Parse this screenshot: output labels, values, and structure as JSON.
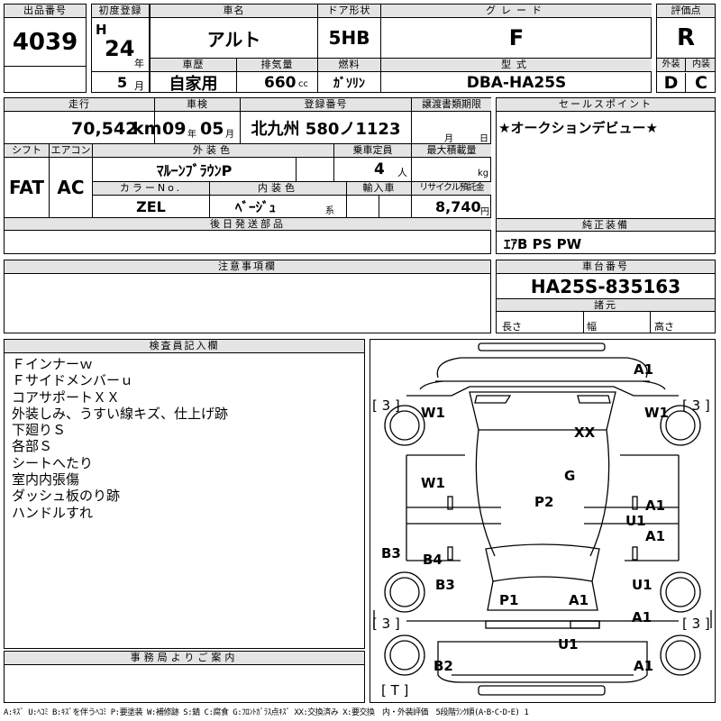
{
  "lot": {
    "label": "出品番号",
    "value": "4039"
  },
  "first_reg": {
    "label": "初度登録",
    "era": "H",
    "year": "24",
    "year_unit": "年",
    "month": "5",
    "month_unit": "月"
  },
  "car_name": {
    "label": "車名",
    "value": "アルト"
  },
  "door": {
    "label": "ドア形状",
    "value": "5HB"
  },
  "grade": {
    "label": "グレード",
    "value": "F"
  },
  "score": {
    "label": "評価点",
    "value": "R",
    "ext_label": "外装",
    "int_label": "内装",
    "ext": "D",
    "int": "C"
  },
  "history": {
    "label": "車歴",
    "value": "自家用"
  },
  "displacement": {
    "label": "排気量",
    "value": "660",
    "unit": "cc"
  },
  "fuel": {
    "label": "燃料",
    "value": "ｶﾞｿﾘﾝ"
  },
  "model": {
    "label": "型式",
    "value": "DBA-HA25S"
  },
  "mileage": {
    "label": "走行",
    "value": "70,542",
    "unit": "km"
  },
  "inspection": {
    "label": "車検",
    "year": "09",
    "year_unit": "年",
    "month": "05",
    "month_unit": "月"
  },
  "plate": {
    "label": "登録番号",
    "value": "北九州 580ノ1123"
  },
  "transfer": {
    "label": "譲渡書類期限",
    "month_unit": "月",
    "day_unit": "日"
  },
  "sales_point": {
    "label": "セールスポイント",
    "value": "★オークションデビュー★"
  },
  "shift": {
    "label": "シフト",
    "value": "FAT"
  },
  "ac": {
    "label": "エアコン",
    "value": "AC"
  },
  "ext_color": {
    "label": "外装色",
    "value": "ﾏﾙｰﾝﾌﾞﾗｳﾝP"
  },
  "capacity": {
    "label": "乗車定員",
    "value": "4",
    "unit": "人"
  },
  "max_load": {
    "label": "最大積載量",
    "unit": "kg"
  },
  "color_no": {
    "label": "カラーNo.",
    "value": "ZEL"
  },
  "int_color": {
    "label": "内装色",
    "value": "ﾍﾞｰｼﾞｭ",
    "suffix": "系"
  },
  "import": {
    "label": "輸入車"
  },
  "recycle": {
    "label": "リサイクル預託金",
    "value": "8,740",
    "unit": "円"
  },
  "later_parts": {
    "label": "後日発送部品"
  },
  "equipment": {
    "label": "純正装備",
    "value": "ｴｱB PS PW"
  },
  "notes": {
    "label": "注意事項欄"
  },
  "chassis": {
    "label": "車台番号",
    "value": "HA25S-835163"
  },
  "specs": {
    "label": "諸元",
    "length": "長さ",
    "width": "幅",
    "height": "高さ"
  },
  "inspector": {
    "label": "検査員記入欄",
    "lines": [
      "Ｆインナーｗ",
      "Ｆサイドメンバーｕ",
      "コアサポートＸＸ",
      "外装しみ、うすい線キズ、仕上げ跡",
      "下廻りＳ",
      "各部Ｓ",
      "シートへたり",
      "室内内張傷",
      "ダッシュ板のり跡",
      "ハンドルすれ"
    ]
  },
  "office": {
    "label": "事務局よりご案内"
  },
  "legend": "A:ｷｽﾞ U:ﾍｺﾐ B:ｷｽﾞを伴うﾍｺﾐ P:要塗装 W:補修跡 S:錆 C:腐食 G:ﾌﾛﾝﾄｶﾞﾗｽ点ｷｽﾞ XX:交換済み X:要交換　内・外装評価　5段階ﾗﾝｸ順(A･B･C･D･E) 1",
  "diagram_marks": {
    "bracket_tl": "[ 3 ]",
    "bracket_tr": "[ 3 ]",
    "bracket_bl": "[ 3 ]",
    "bracket_br": "[ 3 ]",
    "bracket_t": "[ T ]",
    "a1_top": "A1",
    "w1_left": "W1",
    "w1_right": "W1",
    "xx": "XX",
    "g": "G",
    "w1_mid": "W1",
    "p2": "P2",
    "a1_r1": "A1",
    "u1_r": "U1",
    "a1_r2": "A1",
    "b3_left": "B3",
    "b4": "B4",
    "b3_mid": "B3",
    "p1": "P1",
    "a1_mid": "A1",
    "u1_r2": "U1",
    "a1_r3": "A1",
    "u1_bottom": "U1",
    "b2": "B2",
    "a1_bottom": "A1"
  }
}
